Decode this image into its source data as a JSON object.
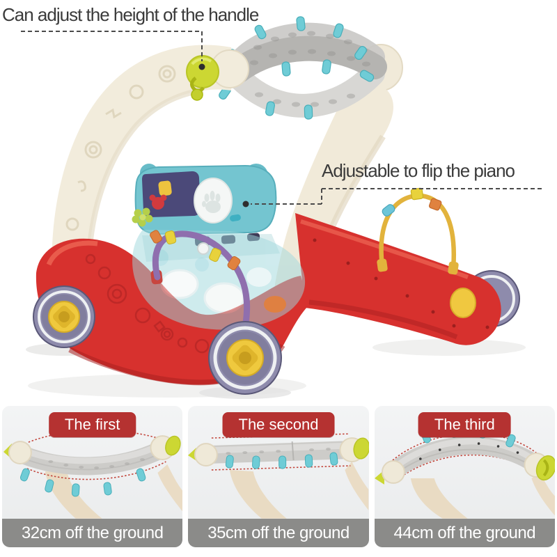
{
  "annotations": {
    "handle_label": "Can adjust the height of the handle",
    "piano_label": "Adjustable to flip the piano"
  },
  "comparison_panels": [
    {
      "badge": "The first",
      "caption": "32cm off the ground"
    },
    {
      "badge": "The second",
      "caption": "35cm off the ground"
    },
    {
      "badge": "The third",
      "caption": "44cm off the ground"
    }
  ],
  "colors": {
    "badge_red": "#b53231",
    "caption_band_gray": "#8b8b89",
    "panel_background": "#eef0f1",
    "annotation_text": "#3b3b3b",
    "leader_line": "#4a4a4a",
    "dotted_outline_red": "#c2453b",
    "body_red": "#d7312e",
    "wheel_lavender": "#8e8bac",
    "hub_yellow": "#efc93e",
    "frame_cream": "#f2ecdc",
    "grip_gray": "#b5b4b1",
    "clip_teal": "#6fccd6",
    "piano_teal": "#74c5d0",
    "piano_navy": "#4b4979",
    "knob_green": "#ccd733",
    "bead_arch_yellow": "#e2b33c",
    "toy_bar_purple": "#8f6fae"
  }
}
